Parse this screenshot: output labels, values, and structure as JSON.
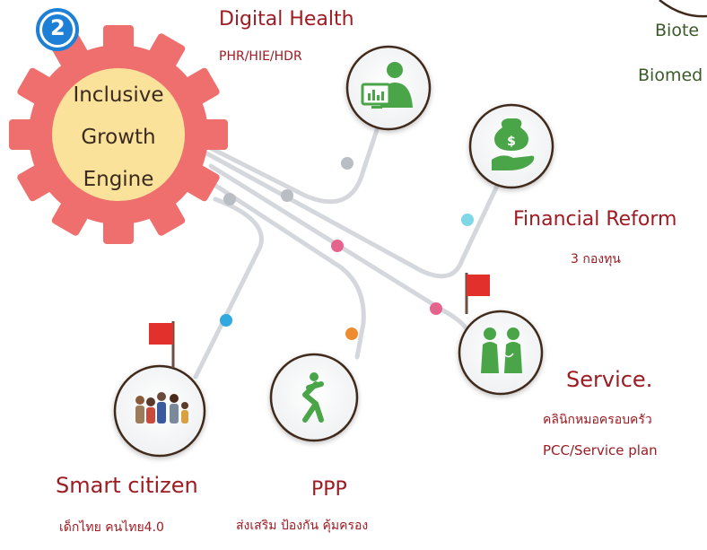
{
  "badge": {
    "number": "2"
  },
  "engine": {
    "line1": "Inclusive",
    "line2": "Growth",
    "line3": "Engine"
  },
  "digital_health": {
    "title": "Digital Health",
    "subtitle": "PHR/HIE/HDR",
    "icon": "computer-user-icon"
  },
  "financial_reform": {
    "title": "Financial Reform",
    "subtitle": "3 กองทุน",
    "icon": "hand-money-icon"
  },
  "service": {
    "title": "Service.",
    "subtitle1": "คลินิกหมอครอบครัว",
    "subtitle2": "PCC/Service plan",
    "icon": "doctor-patient-icon"
  },
  "ppp": {
    "title": "PPP",
    "subtitle": "ส่งเสริม ป้องกัน คุ้มครอง",
    "icon": "exercise-person-icon"
  },
  "smart_citizen": {
    "title": "Smart citizen",
    "subtitle": "เด็กไทย คนไทย4.0",
    "icon": "family-icon"
  },
  "top_right": {
    "line1": "Biote",
    "line2": "Biomed"
  },
  "colors": {
    "gear": "#ef6f6f",
    "gear_center": "#fbe29a",
    "red_text": "#9e1b22",
    "icon_green": "#4aa548",
    "badge_blue": "#1e7fd6",
    "line_gray": "#d2d6dc"
  }
}
